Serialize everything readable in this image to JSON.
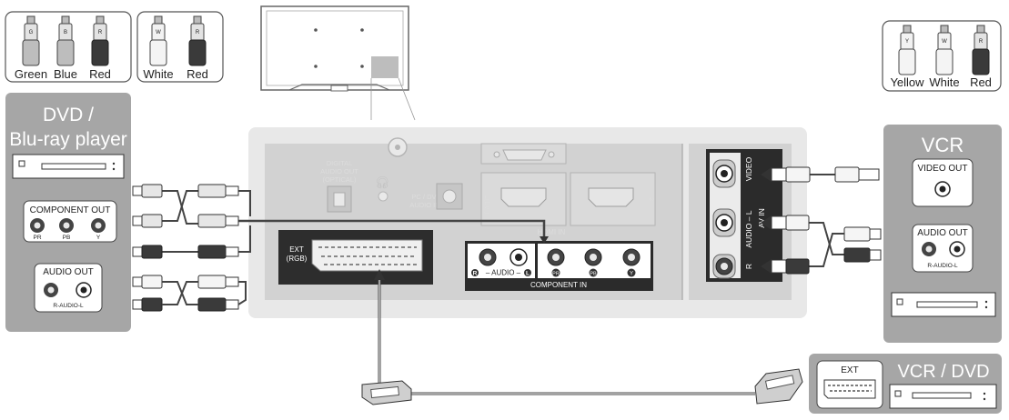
{
  "cable_legend_component": {
    "labels": [
      "Green",
      "Blue",
      "Red"
    ],
    "tips": [
      "G",
      "B",
      "R"
    ]
  },
  "cable_legend_audio": {
    "labels": [
      "White",
      "Red"
    ],
    "tips": [
      "W",
      "R"
    ]
  },
  "cable_legend_composite": {
    "labels": [
      "Yellow",
      "White",
      "Red"
    ],
    "tips": [
      "Y",
      "W",
      "R"
    ]
  },
  "dvd_device": {
    "title_line1": "DVD /",
    "title_line2": "Blu-ray player",
    "component_out": {
      "title": "COMPONENT OUT",
      "ports": [
        "PR",
        "PB",
        "Y"
      ]
    },
    "audio_out": {
      "title": "AUDIO OUT",
      "sub": "R-AUDIO-L"
    }
  },
  "vcr_device": {
    "title": "VCR",
    "video_out": "VIDEO OUT",
    "audio_out": {
      "title": "AUDIO OUT",
      "sub": "R-AUDIO-L"
    }
  },
  "vcr_dvd_device": {
    "title": "VCR / DVD",
    "ext": "EXT"
  },
  "tv_panel": {
    "digital_audio": [
      "DIGITAL",
      "AUDIO OUT",
      "(OPTICAL)"
    ],
    "pc_dvi": [
      "PC / DVI",
      "AUDIO IN"
    ],
    "hdmi_in": "HDMI IN",
    "hdmi_ports": [
      "1(DVI)",
      "2"
    ],
    "ext_rgb": [
      "EXT",
      "(RGB)"
    ],
    "component_in": "COMPONENT IN",
    "audio_row": [
      "R",
      "– AUDIO –",
      "L"
    ],
    "component_ports": [
      "PR",
      "PB",
      "Y"
    ],
    "side_labels": [
      "VIDEO",
      "AUDIO – L",
      "R",
      "AV IN"
    ]
  },
  "colors": {
    "device_panel": "#a6a6a6",
    "tv_panel": "#e6e6e6",
    "tv_inner": "#cfcfcf",
    "connector_dark": "#4a4a4a"
  }
}
